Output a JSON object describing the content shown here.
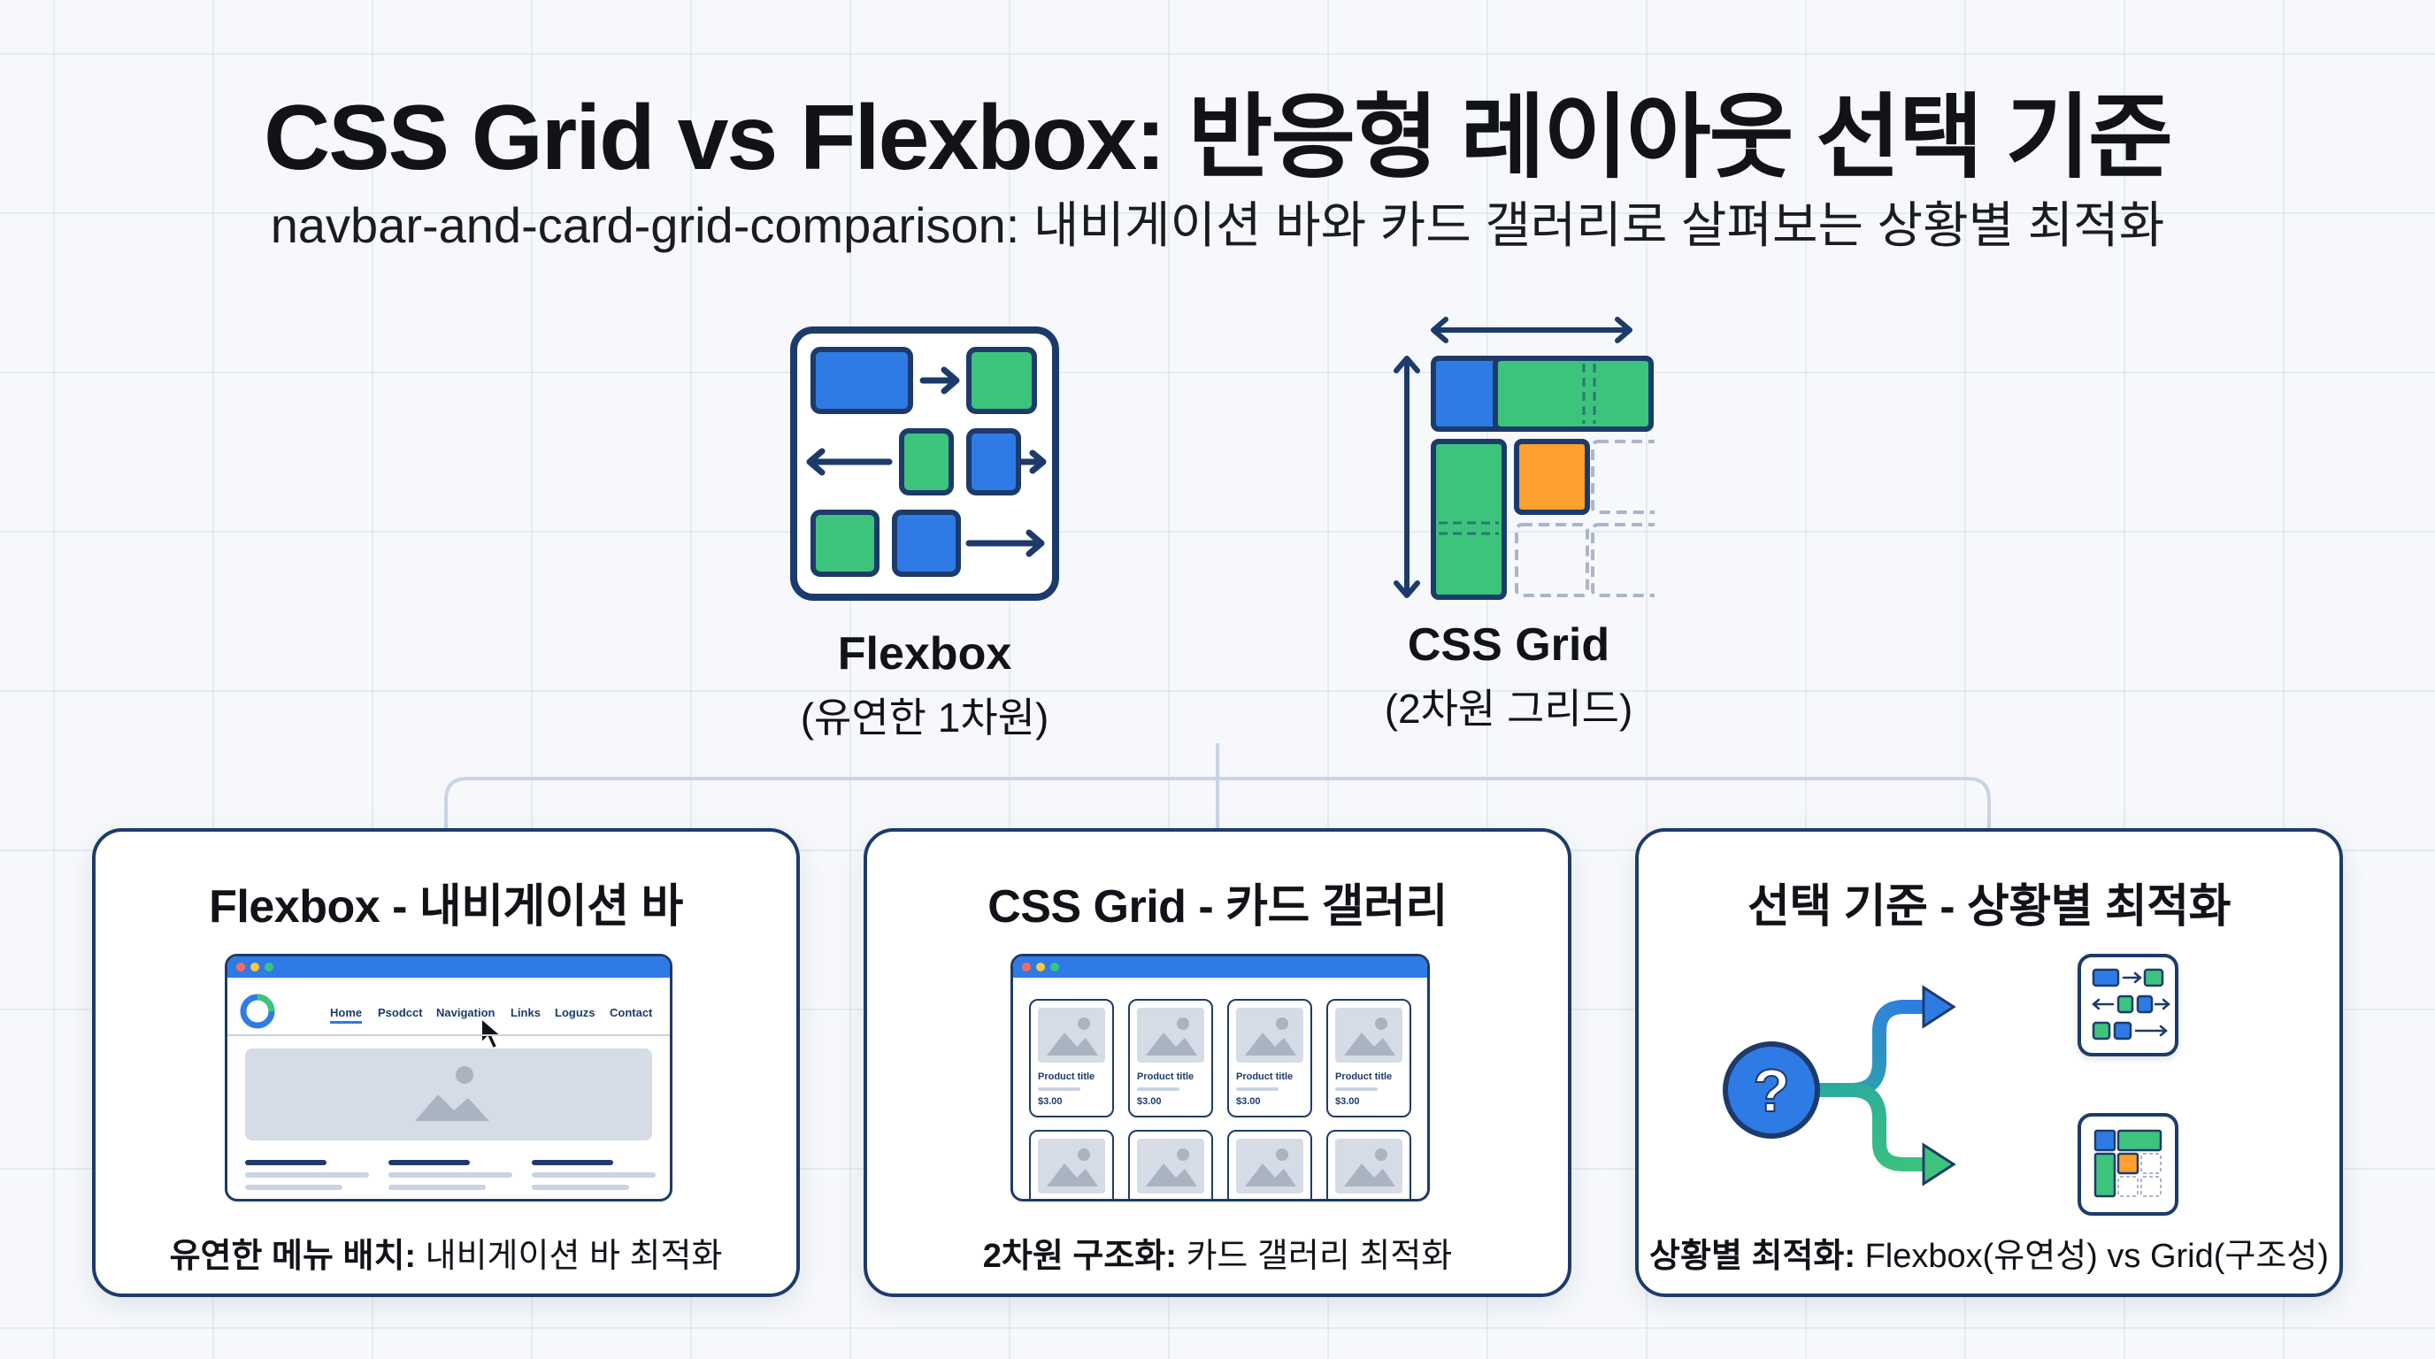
{
  "title": "CSS Grid vs Flexbox: 반응형 레이아웃 선택 기준",
  "subtitle": "navbar-and-card-grid-comparison: 내비게이션 바와 카드 갤러리로 살펴보는 상황별 최적화",
  "hero": {
    "flexbox": {
      "label": "Flexbox",
      "sub": "(유연한 1차원)"
    },
    "grid": {
      "label": "CSS Grid",
      "sub": "(2차원 그리드)"
    }
  },
  "cards": [
    {
      "title": "Flexbox - 내비게이션 바",
      "caption_bold": "유연한 메뉴 배치:",
      "caption_rest": " 내비게이션 바 최적화",
      "nav_items": [
        "Home",
        "Psodcct",
        "Navigation",
        "Links",
        "Loguzs",
        "Contact"
      ]
    },
    {
      "title": "CSS Grid - 카드 갤러리",
      "caption_bold": "2차원 구조화:",
      "caption_rest": " 카드 갤러리 최적화",
      "product_title": "Product title",
      "product_price": "$3.00"
    },
    {
      "title": "선택 기준 - 상황별 최적화",
      "caption_bold": "상황별 최적화:",
      "caption_rest": " Flexbox(유연성) vs Grid(구조성)",
      "question_mark": "?"
    }
  ],
  "colors": {
    "navy": "#1d3b6a",
    "blue": "#2f7be5",
    "green": "#3cc47c",
    "orange": "#ff9f2e",
    "gray": "#d6dce6"
  }
}
